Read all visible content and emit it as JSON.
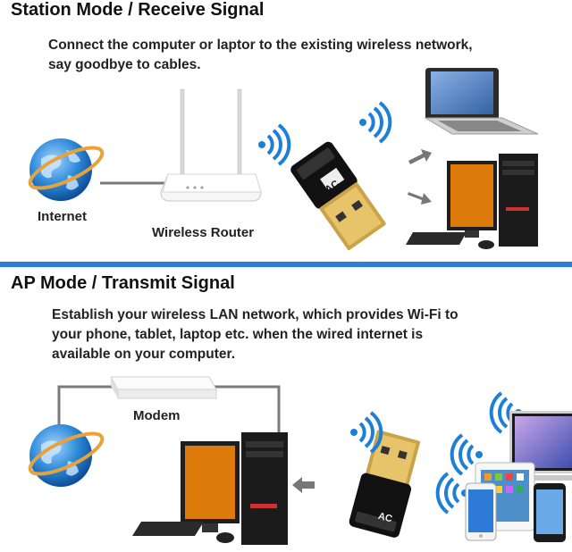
{
  "section1": {
    "title": "Station Mode / Receive Signal",
    "description_line1": "Connect the computer or laptor to the existing wireless network,",
    "description_line2": "say goodbye to cables.",
    "labels": {
      "internet": "Internet",
      "router": "Wireless Router"
    },
    "adapter_badge": "AC"
  },
  "section2": {
    "title": "AP Mode / Transmit Signal",
    "description_line1": "Establish your wireless LAN network, which provides Wi-Fi to",
    "description_line2": "your phone, tablet, laptop etc. when the wired internet is",
    "description_line3": "available on your computer.",
    "labels": {
      "modem": "Modem"
    },
    "adapter_badge": "AC"
  },
  "colors": {
    "divider": "#2a7fd6",
    "wifi": "#1e7fd8",
    "globe": "#2b88d8",
    "cable": "#7a7a7a"
  }
}
